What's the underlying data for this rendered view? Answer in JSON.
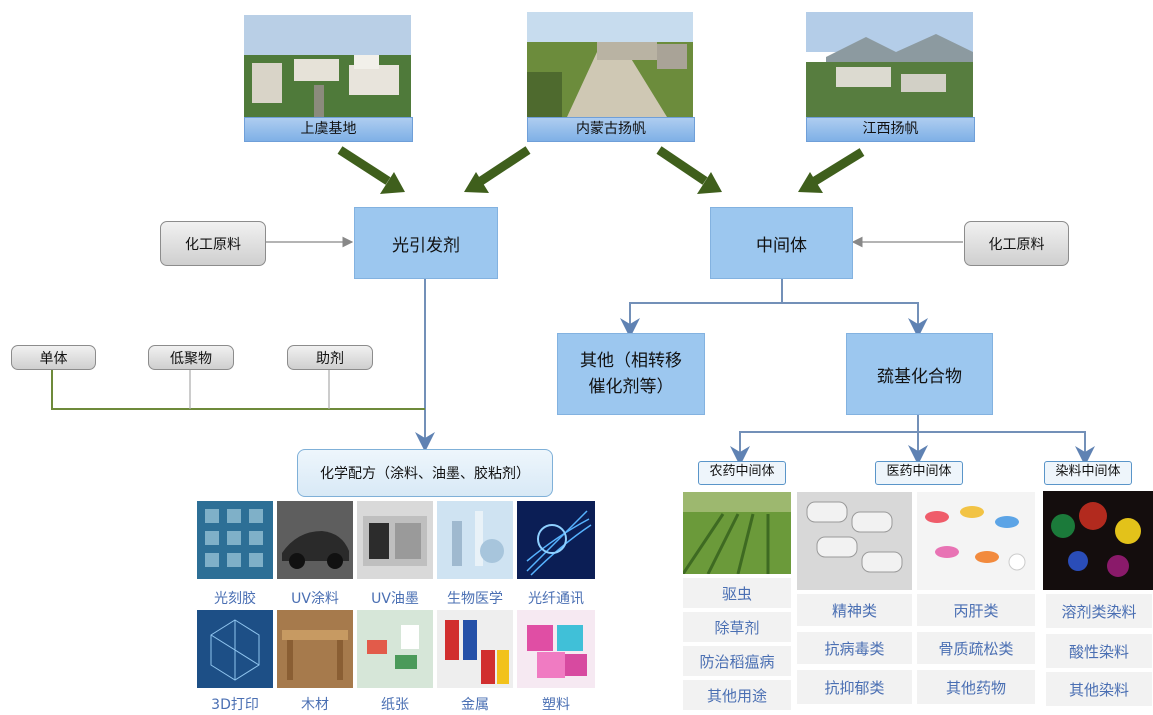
{
  "sites": [
    {
      "name": "上虞基地"
    },
    {
      "name": "内蒙古扬帆"
    },
    {
      "name": "江西扬帆"
    }
  ],
  "products": {
    "photoinitiator": "光引发剂",
    "intermediate": "中间体"
  },
  "inputs": {
    "left_raw": "化工原料",
    "right_raw": "化工原料",
    "monomer": "单体",
    "oligomer": "低聚物",
    "additive": "助剂"
  },
  "formula_box": "化学配方（涂料、油墨、胶粘剂）",
  "other_box": "其他（相转移\n催化剂等）",
  "sulfur_box": "巯基化合物",
  "categories": {
    "pesticide": "农药中间体",
    "medical": "医药中间体",
    "dye": "染料中间体"
  },
  "applications_row1": [
    "光刻胶",
    "UV涂料",
    "UV油墨",
    "生物医学",
    "光纤通讯"
  ],
  "applications_row2": [
    "3D打印",
    "木材",
    "纸张",
    "金属",
    "塑料"
  ],
  "pesticide_uses": [
    "驱虫",
    "除草剂",
    "防治稻瘟病",
    "其他用途"
  ],
  "medical_uses_a": [
    "精神类",
    "抗病毒类",
    "抗抑郁类"
  ],
  "medical_uses_b": [
    "丙肝类",
    "骨质疏松类",
    "其他药物"
  ],
  "dye_uses": [
    "溶剂类染料",
    "酸性染料",
    "其他染料"
  ],
  "colors": {
    "node_blue": "#9cc7ef",
    "arrow_green": "#3f5f1c",
    "wire_blue": "#7390b8",
    "label_blue": "#4a6fb3"
  }
}
